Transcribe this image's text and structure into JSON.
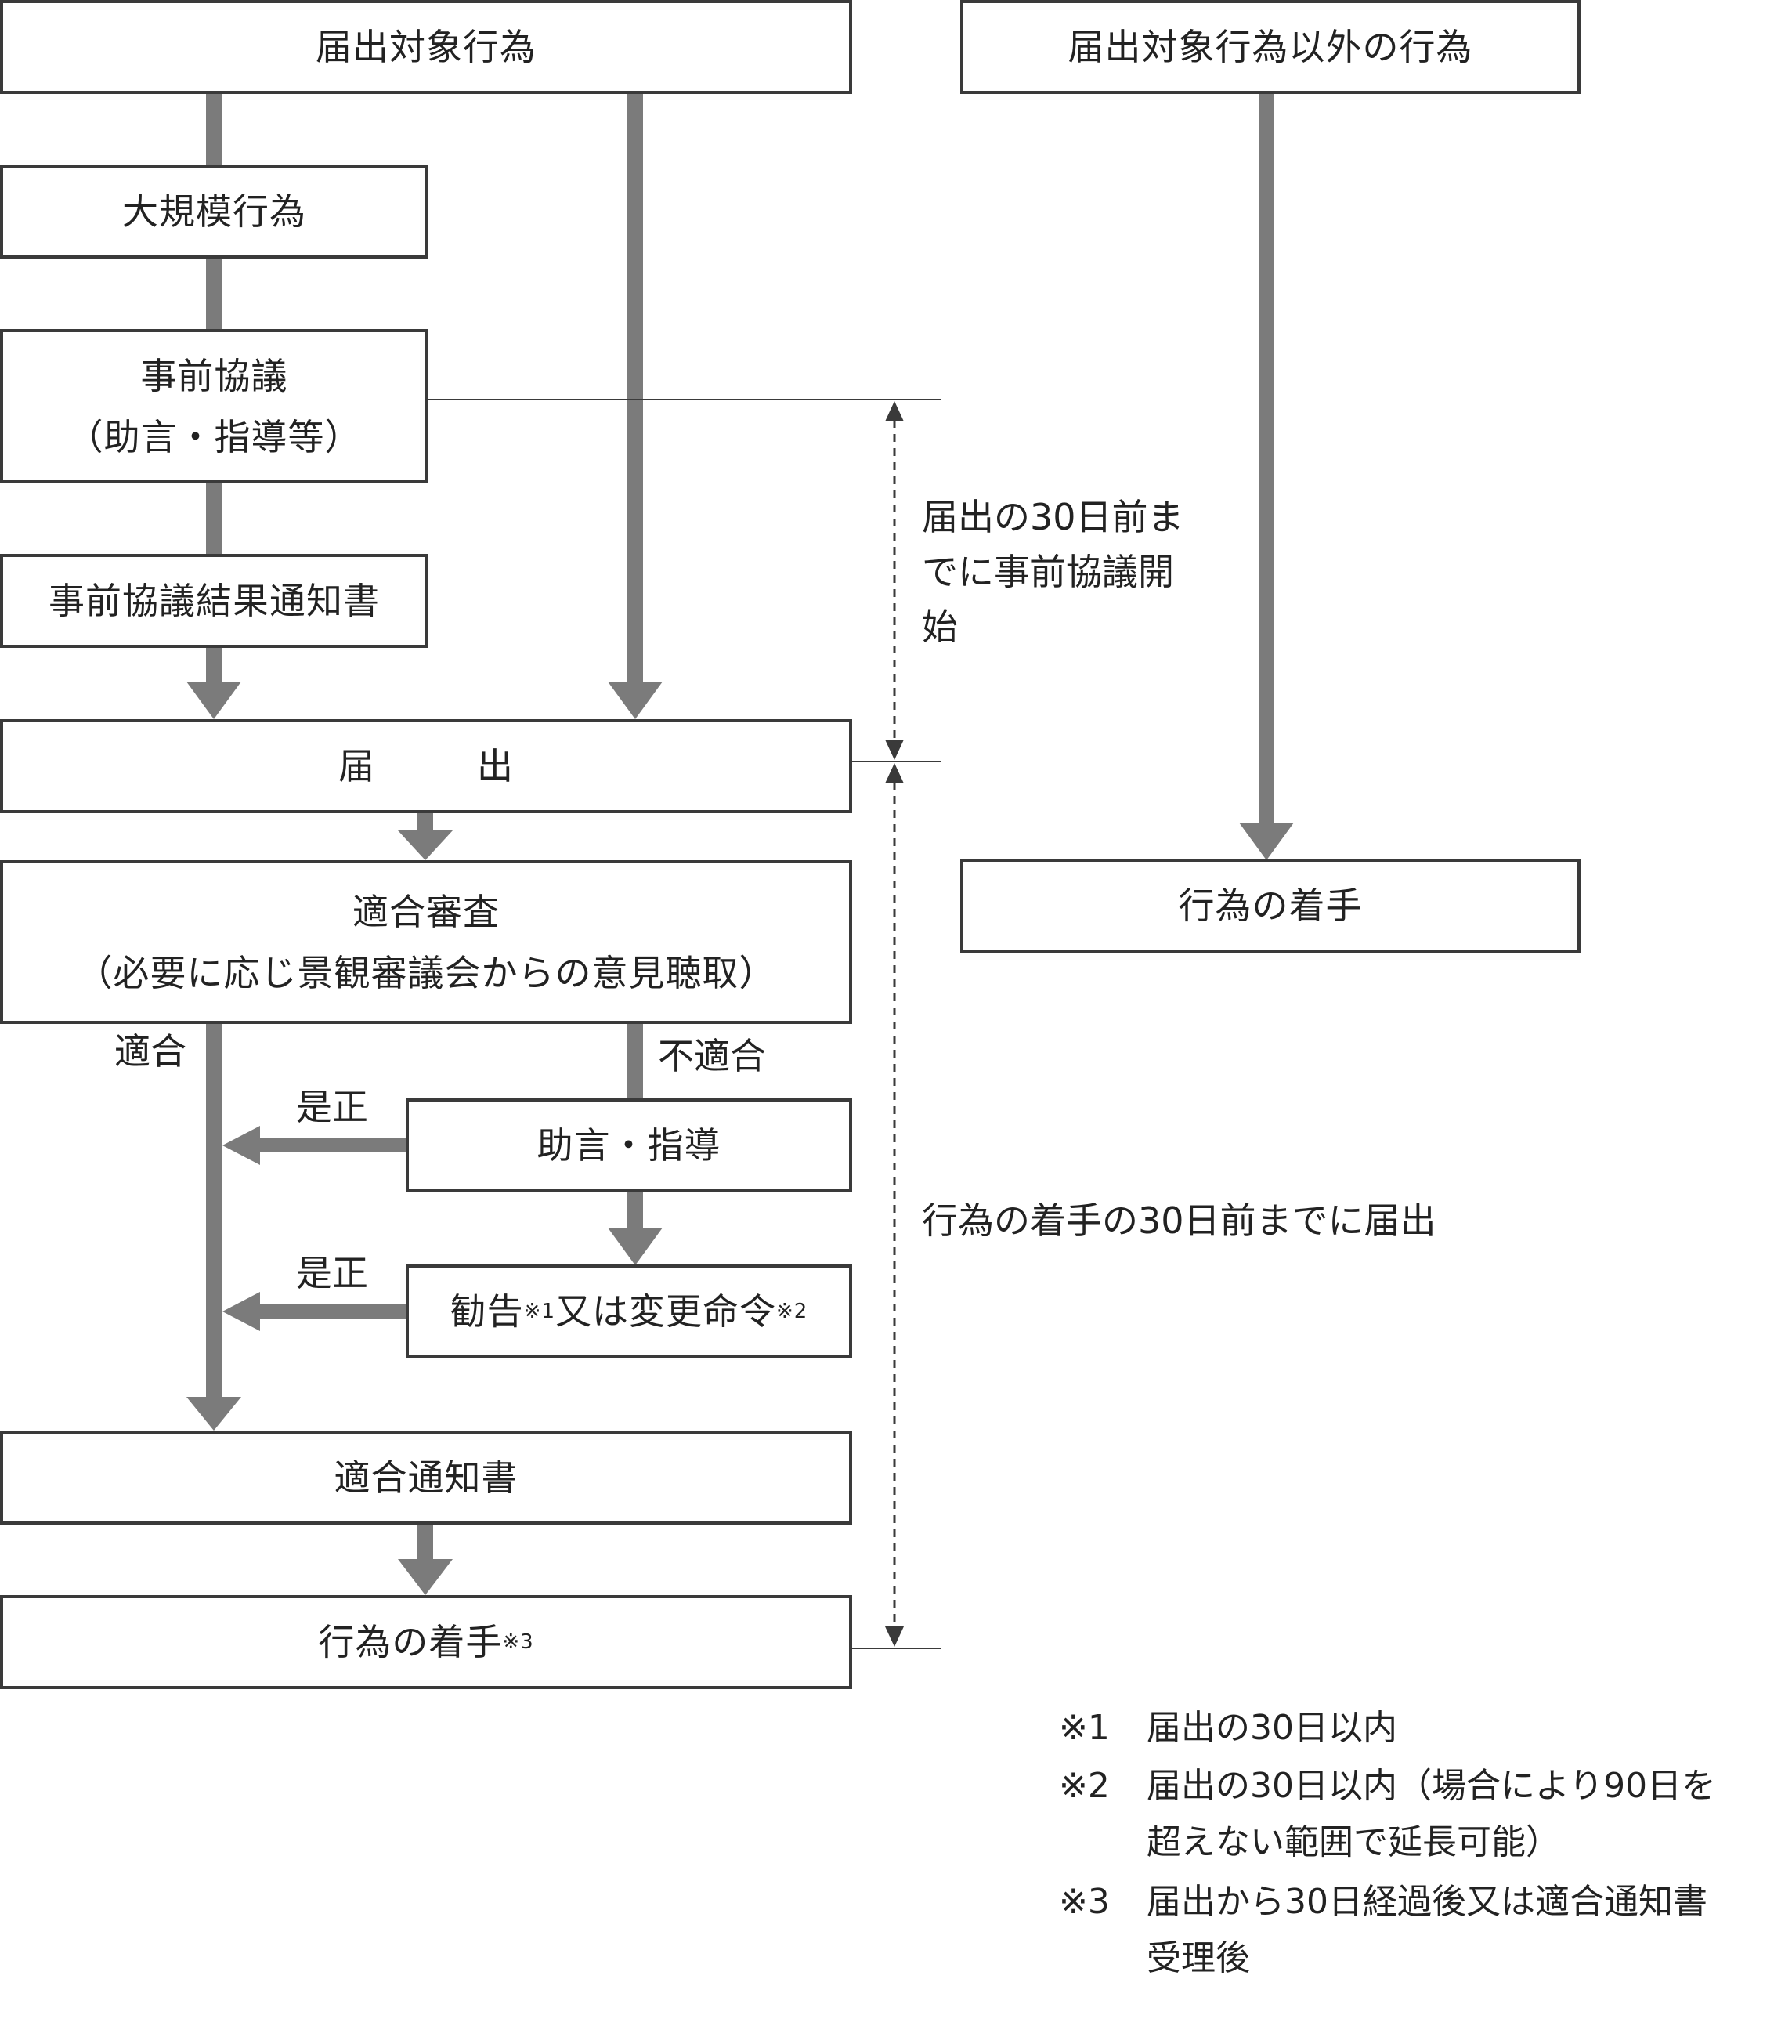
{
  "boxes": {
    "todokede_taisho": "届出対象行為",
    "taisho_igai": "届出対象行為以外の行為",
    "daikibo": "大規模行為",
    "jizen_kyogi_line1": "事前協議",
    "jizen_kyogi_line2": "（助言・指導等）",
    "kekka_tsuchisho": "事前協議結果通知書",
    "todokede_part1": "届",
    "todokede_part2": "出",
    "tekigo_shinsa_line1": "適合審査",
    "tekigo_shinsa_line2": "（必要に応じ景観審議会からの意見聴取）",
    "koui_chakushu_right": "行為の着手",
    "jogen_shido": "助言・指導",
    "kankoku_part1": "勧告",
    "kankoku_mark1": "※1",
    "kankoku_part2": "又は変更命令",
    "kankoku_mark2": "※2",
    "tekigo_tsuchisho": "適合通知書",
    "koui_chakushu_main": "行為の着手",
    "koui_chakushu_mark": "※3"
  },
  "labels": {
    "tekigo": "適合",
    "futekigo": "不適合",
    "zesei_1": "是正",
    "zesei_2": "是正",
    "period1_line1": "届出の30日前ま",
    "period1_line2": "でに事前協議開",
    "period1_line3": "始",
    "period2": "行為の着手の30日前までに届出"
  },
  "notes": [
    {
      "mark": "※1",
      "lines": [
        "届出の30日以内"
      ]
    },
    {
      "mark": "※2",
      "lines": [
        "届出の30日以内（場合により90日を",
        "超えない範囲で延長可能）"
      ]
    },
    {
      "mark": "※3",
      "lines": [
        "届出から30日経過後又は適合通知書",
        "受理後"
      ]
    }
  ],
  "colors": {
    "arrow": "#7b7b7b",
    "border": "#3a3a3a",
    "text": "#222222"
  }
}
